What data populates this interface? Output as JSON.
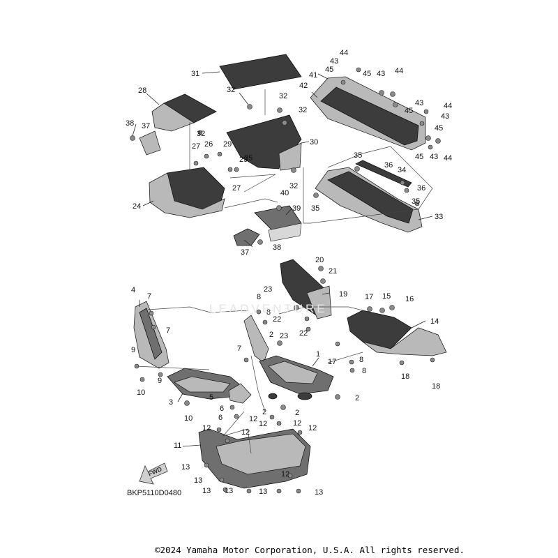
{
  "diagram": {
    "code": "BKP5110D0480",
    "copyright": "©2024 Yamaha Motor Corporation, U.S.A. All rights reserved.",
    "watermark": "LEADVENTURE",
    "arrow_label": "FWD"
  },
  "callouts": [
    {
      "id": "c44a",
      "text": "44"
    },
    {
      "id": "c43a",
      "text": "43"
    },
    {
      "id": "c45a",
      "text": "45"
    },
    {
      "id": "c45b",
      "text": "45"
    },
    {
      "id": "c43b",
      "text": "43"
    },
    {
      "id": "c44b",
      "text": "44"
    },
    {
      "id": "c41",
      "text": "41"
    },
    {
      "id": "c42",
      "text": "42"
    },
    {
      "id": "c31",
      "text": "31"
    },
    {
      "id": "c32a",
      "text": "32"
    },
    {
      "id": "c32b",
      "text": "32"
    },
    {
      "id": "c32c",
      "text": "32"
    },
    {
      "id": "c32d",
      "text": "32"
    },
    {
      "id": "c32e",
      "text": "32"
    },
    {
      "id": "c28",
      "text": "28"
    },
    {
      "id": "c38a",
      "text": "38"
    },
    {
      "id": "c37a",
      "text": "37"
    },
    {
      "id": "c27a",
      "text": "27"
    },
    {
      "id": "c26",
      "text": "26"
    },
    {
      "id": "c29a",
      "text": "29"
    },
    {
      "id": "c25",
      "text": "25"
    },
    {
      "id": "c29b",
      "text": "29"
    },
    {
      "id": "c27b",
      "text": "27"
    },
    {
      "id": "c30",
      "text": "30"
    },
    {
      "id": "c24",
      "text": "24"
    },
    {
      "id": "c40",
      "text": "40"
    },
    {
      "id": "c39",
      "text": "39"
    },
    {
      "id": "c37b",
      "text": "37"
    },
    {
      "id": "c38b",
      "text": "38"
    },
    {
      "id": "c43c",
      "text": "43"
    },
    {
      "id": "c44c",
      "text": "44"
    },
    {
      "id": "c45c",
      "text": "45"
    },
    {
      "id": "c43d",
      "text": "43"
    },
    {
      "id": "c45d",
      "text": "45"
    },
    {
      "id": "c45e",
      "text": "45"
    },
    {
      "id": "c43e",
      "text": "43"
    },
    {
      "id": "c44d",
      "text": "44"
    },
    {
      "id": "c35a",
      "text": "35"
    },
    {
      "id": "c36a",
      "text": "36"
    },
    {
      "id": "c34",
      "text": "34"
    },
    {
      "id": "c36b",
      "text": "36"
    },
    {
      "id": "c35b",
      "text": "35"
    },
    {
      "id": "c35c",
      "text": "35"
    },
    {
      "id": "c33",
      "text": "33"
    },
    {
      "id": "c20",
      "text": "20"
    },
    {
      "id": "c21",
      "text": "21"
    },
    {
      "id": "c19",
      "text": "19"
    },
    {
      "id": "c23a",
      "text": "23"
    },
    {
      "id": "c8a",
      "text": "8"
    },
    {
      "id": "c8b",
      "text": "8"
    },
    {
      "id": "c22a",
      "text": "22"
    },
    {
      "id": "c23b",
      "text": "23"
    },
    {
      "id": "c22b",
      "text": "22"
    },
    {
      "id": "c4",
      "text": "4"
    },
    {
      "id": "c7a",
      "text": "7"
    },
    {
      "id": "c7b",
      "text": "7"
    },
    {
      "id": "c9a",
      "text": "9"
    },
    {
      "id": "c9b",
      "text": "9"
    },
    {
      "id": "c10a",
      "text": "10"
    },
    {
      "id": "c3",
      "text": "3"
    },
    {
      "id": "c10b",
      "text": "10"
    },
    {
      "id": "c7c",
      "text": "7"
    },
    {
      "id": "c2a",
      "text": "2"
    },
    {
      "id": "c1",
      "text": "1"
    },
    {
      "id": "c17a",
      "text": "17"
    },
    {
      "id": "c15",
      "text": "15"
    },
    {
      "id": "c16",
      "text": "16"
    },
    {
      "id": "c14",
      "text": "14"
    },
    {
      "id": "c17b",
      "text": "17"
    },
    {
      "id": "c8c",
      "text": "8"
    },
    {
      "id": "c8d",
      "text": "8"
    },
    {
      "id": "c18a",
      "text": "18"
    },
    {
      "id": "c18b",
      "text": "18"
    },
    {
      "id": "c5",
      "text": "5"
    },
    {
      "id": "c6a",
      "text": "6"
    },
    {
      "id": "c6b",
      "text": "6"
    },
    {
      "id": "c2b",
      "text": "2"
    },
    {
      "id": "c2c",
      "text": "2"
    },
    {
      "id": "c2d",
      "text": "2"
    },
    {
      "id": "c12a",
      "text": "12"
    },
    {
      "id": "c12b",
      "text": "12"
    },
    {
      "id": "c12c",
      "text": "12"
    },
    {
      "id": "c12d",
      "text": "12"
    },
    {
      "id": "c12e",
      "text": "12"
    },
    {
      "id": "c12f",
      "text": "12"
    },
    {
      "id": "c11",
      "text": "11"
    },
    {
      "id": "c13a",
      "text": "13"
    },
    {
      "id": "c13b",
      "text": "13"
    },
    {
      "id": "c13c",
      "text": "13"
    },
    {
      "id": "c13d",
      "text": "13"
    },
    {
      "id": "c13e",
      "text": "13"
    },
    {
      "id": "c13f",
      "text": "13"
    },
    {
      "id": "c12g",
      "text": "12"
    }
  ]
}
